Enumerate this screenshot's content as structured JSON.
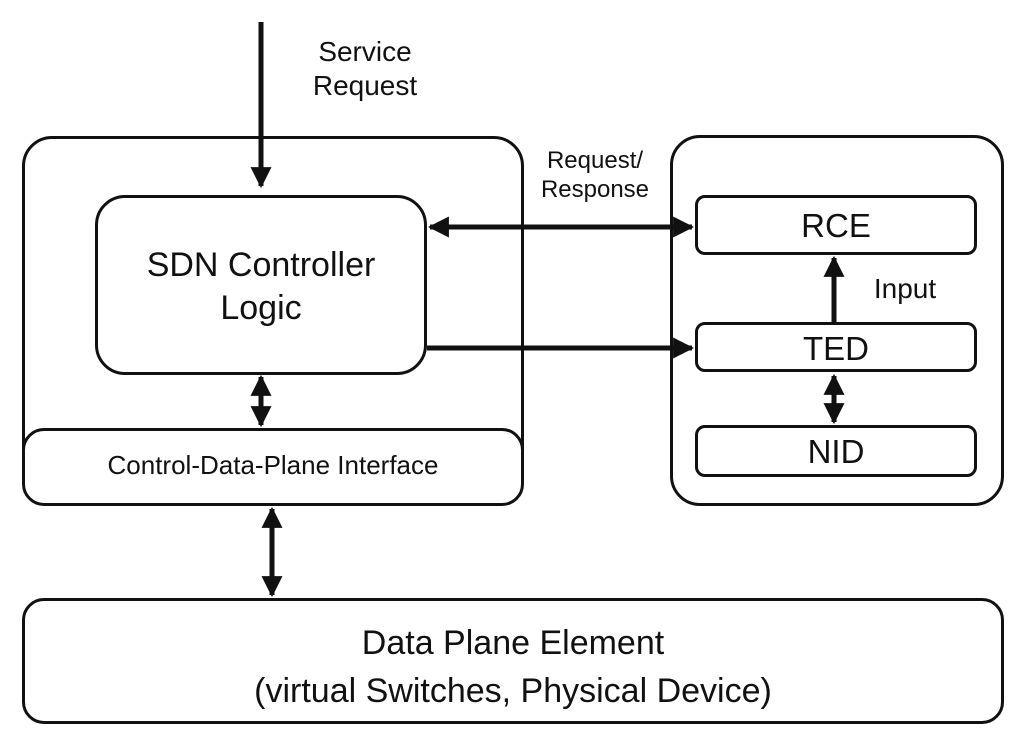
{
  "service_request": {
    "line1": "Service",
    "line2": "Request"
  },
  "request_response": {
    "line1": "Request/",
    "line2": "Response"
  },
  "sdn_controller_logic": {
    "line1": "SDN Controller",
    "line2": "Logic"
  },
  "control_data_plane_interface": "Control-Data-Plane Interface",
  "rce": "RCE",
  "ted": "TED",
  "nid": "NID",
  "input": "Input",
  "data_plane_element": {
    "line1": "Data Plane Element",
    "line2": "(virtual Switches, Physical Device)"
  }
}
